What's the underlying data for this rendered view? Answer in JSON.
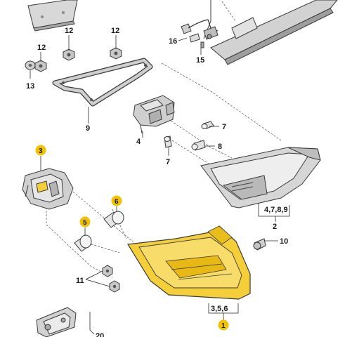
{
  "diagram": {
    "labels": {
      "p12a": "12",
      "p12b": "12",
      "p12c": "12",
      "p13": "13",
      "p16": "16",
      "p15": "15",
      "p9": "9",
      "p7a": "7",
      "p4": "4",
      "p8": "8",
      "p7b": "7",
      "p3": "3",
      "p6": "6",
      "p5": "5",
      "p478_9": "4,7,8,9",
      "p2": "2",
      "p10": "10",
      "p11": "11",
      "p356": "3,5,6",
      "p1": "1",
      "p20": "20"
    },
    "colors": {
      "highlight": "#f2c200",
      "lamp_fill": "#f4cf3a",
      "line": "#2a2a2a",
      "part_gray": "#cfcfcf"
    }
  }
}
